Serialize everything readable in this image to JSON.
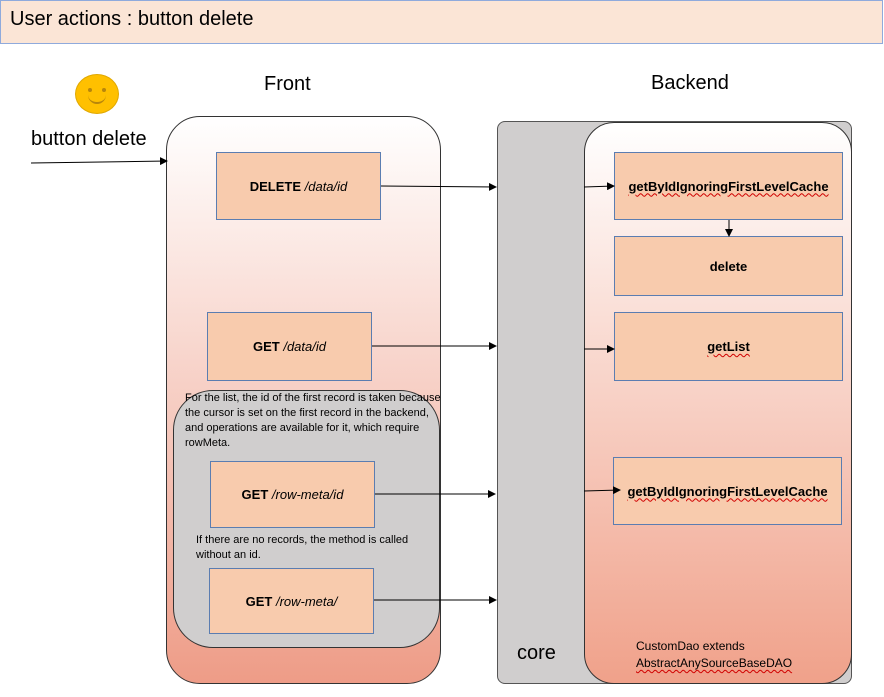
{
  "title": "User actions : button delete",
  "actor": {
    "label": "button delete"
  },
  "columns": {
    "front": "Front",
    "backend": "Backend",
    "core": "core"
  },
  "front_calls": [
    {
      "method": "DELETE",
      "path": "/data/id"
    },
    {
      "method": "GET",
      "path": "/data/id"
    },
    {
      "method": "GET",
      "path": "/row-meta/id"
    },
    {
      "method": "GET",
      "path": "/row-meta/"
    }
  ],
  "notes": {
    "list_first_record": "For the list, the id of the first record is taken because the cursor is set on the first record in the backend, and operations are available for it, which require rowMeta.",
    "no_records": "If there are no records, the method is called without an id.",
    "custom_dao_line1": "CustomDao extends",
    "custom_dao_line2": "AbstractAnySourceBaseDAO"
  },
  "backend_methods": [
    {
      "label": "getByIdIgnoringFirstLevelCache"
    },
    {
      "label": "delete"
    },
    {
      "label": "getList"
    },
    {
      "label": "getByIdIgnoringFirstLevelCache"
    }
  ]
}
